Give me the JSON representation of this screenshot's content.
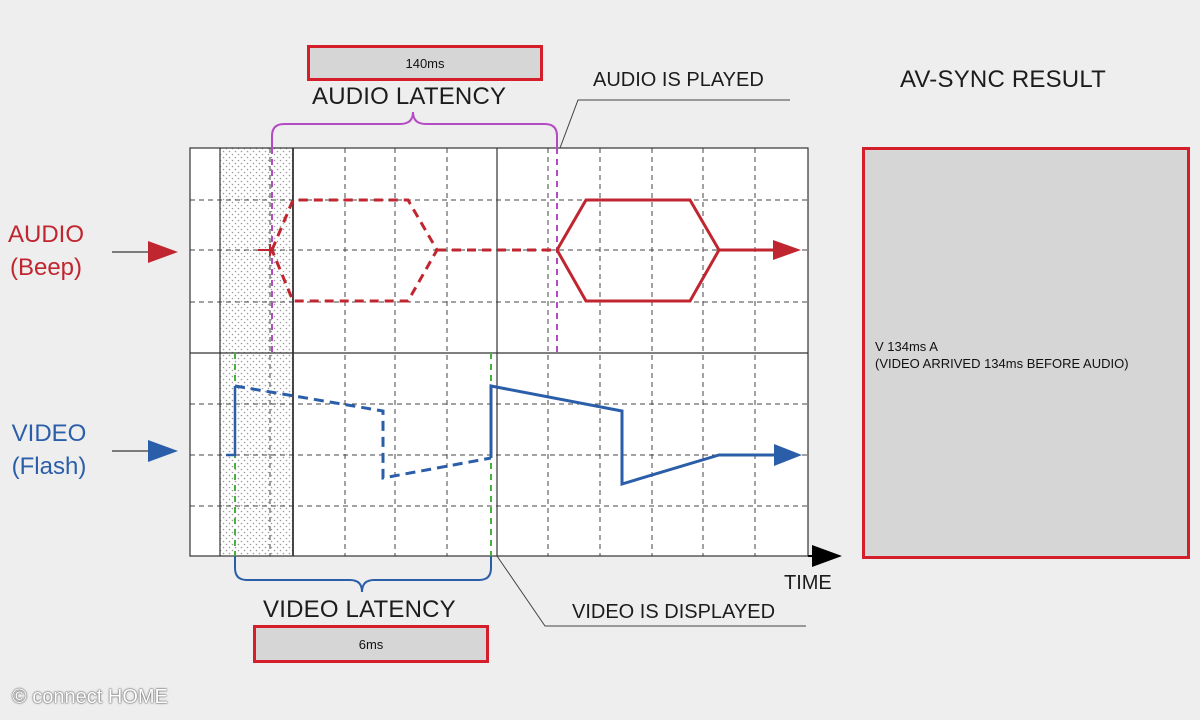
{
  "audio_latency": {
    "title": "AUDIO LATENCY",
    "value": "140ms"
  },
  "video_latency": {
    "title": "VIDEO LATENCY",
    "value": "6ms"
  },
  "callouts": {
    "audio_played": "AUDIO IS PLAYED",
    "video_displayed": "VIDEO IS DISPLAYED"
  },
  "tracks": {
    "audio": {
      "line1": "AUDIO",
      "line2": "(Beep)"
    },
    "video": {
      "line1": "VIDEO",
      "line2": "(Flash)"
    }
  },
  "axis": {
    "time_label": "TIME"
  },
  "result": {
    "title": "AV-SYNC RESULT",
    "line1": "V 134ms A",
    "line2": "(VIDEO ARRIVED 134ms BEFORE AUDIO)"
  },
  "footer": {
    "copyright": "© connect HOME"
  },
  "colors": {
    "audio": "#c02630",
    "video": "#2b5ea9",
    "latency_audio_marker": "#b54bc4",
    "latency_video_marker": "#48b03c",
    "highlight_border": "#d41f2a"
  }
}
